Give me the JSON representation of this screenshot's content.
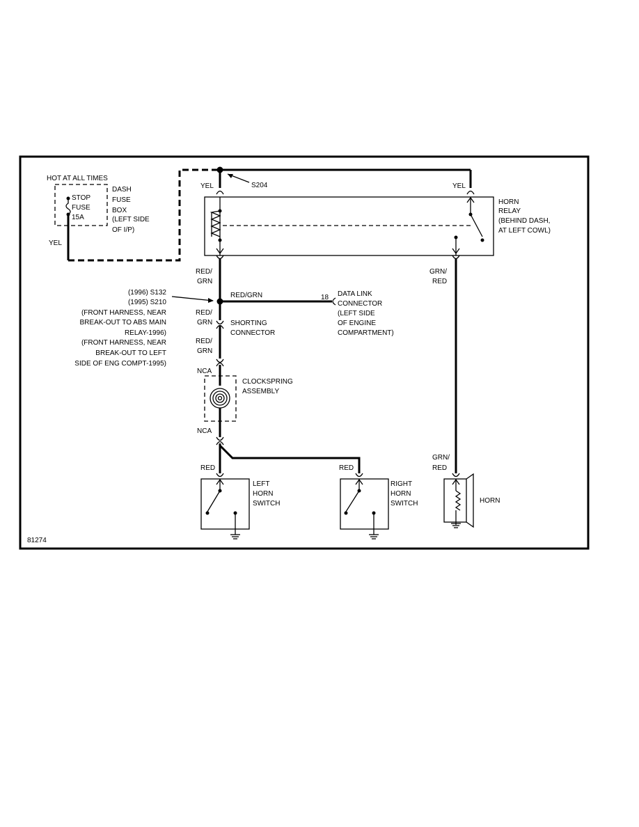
{
  "labels": {
    "hot_at_all_times": "HOT AT ALL TIMES",
    "fuse_box": [
      "DASH",
      "FUSE",
      "BOX",
      "(LEFT SIDE",
      "OF I/P)"
    ],
    "fuse": [
      "STOP",
      "FUSE",
      "15A"
    ],
    "yel_left": "YEL",
    "yel_top": "YEL",
    "yel_right": "YEL",
    "splice_s204": "S204",
    "horn_relay": [
      "HORN",
      "RELAY",
      "(BEHIND DASH,",
      "AT LEFT COWL)"
    ],
    "wire_red_grn_1": [
      "RED/",
      "GRN"
    ],
    "wire_grn_red_1": [
      "GRN/",
      "RED"
    ],
    "wire_red_grn_data": "RED/GRN",
    "pin_18": "18",
    "data_link_connector": [
      "DATA LINK",
      "CONNECTOR",
      "(LEFT SIDE",
      "OF ENGINE",
      "COMPARTMENT)"
    ],
    "splice_info": [
      "(1996)    S132",
      "(1995)    S210",
      "(FRONT HARNESS, NEAR",
      "BREAK-OUT TO ABS MAIN",
      "RELAY-1996)",
      "(FRONT HARNESS, NEAR",
      "BREAK-OUT TO LEFT",
      "SIDE OF ENG COMPT-1995)"
    ],
    "wire_red_grn_2": [
      "RED/",
      "GRN"
    ],
    "shorting_connector": [
      "SHORTING",
      "CONNECTOR"
    ],
    "wire_red_grn_3": [
      "RED/",
      "GRN"
    ],
    "nca_top": "NCA",
    "clockspring": [
      "CLOCKSPRING",
      "ASSEMBLY"
    ],
    "nca_bottom": "NCA",
    "red_left": "RED",
    "red_right": "RED",
    "left_horn_switch": [
      "LEFT",
      "HORN",
      "SWITCH"
    ],
    "right_horn_switch": [
      "RIGHT",
      "HORN",
      "SWITCH"
    ],
    "wire_grn_red_2": [
      "GRN/",
      "RED"
    ],
    "horn": "HORN",
    "figure_id": "81274"
  }
}
